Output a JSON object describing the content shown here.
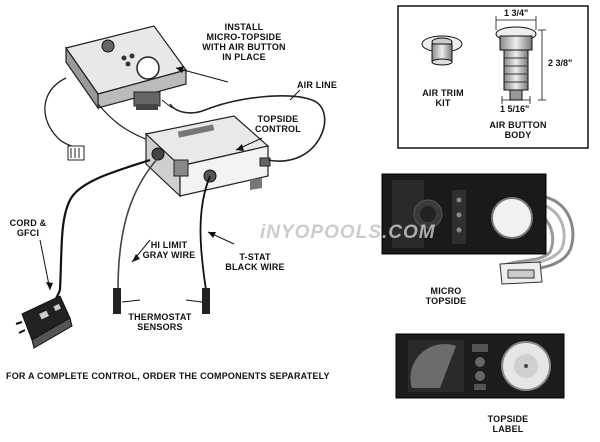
{
  "diagram": {
    "labels": {
      "install": "INSTALL\nMICRO-TOPSIDE\nWITH AIR BUTTON\nIN PLACE",
      "air_line": "AIR LINE",
      "topside_control": "TOPSIDE\nCONTROL",
      "cord_gfci": "CORD &\nGFCI",
      "hi_limit": "HI LIMIT\nGRAY WIRE",
      "tstat": "T-STAT\nBLACK WIRE",
      "thermostat_sensors": "THERMOSTAT\nSENSORS",
      "footer": "FOR A COMPLETE CONTROL, ORDER THE COMPONENTS SEPARATELY",
      "air_trim_kit": "AIR TRIM\nKIT",
      "air_button_body": "AIR BUTTON\nBODY",
      "micro_topside": "MICRO\nTOPSIDE",
      "topside_label": "TOPSIDE\nLABEL",
      "watermark": "iNYOPOOLS.COM"
    },
    "dimensions": {
      "width": "1 3/4\"",
      "height": "2 3/8\"",
      "body": "1 5/16\""
    }
  }
}
